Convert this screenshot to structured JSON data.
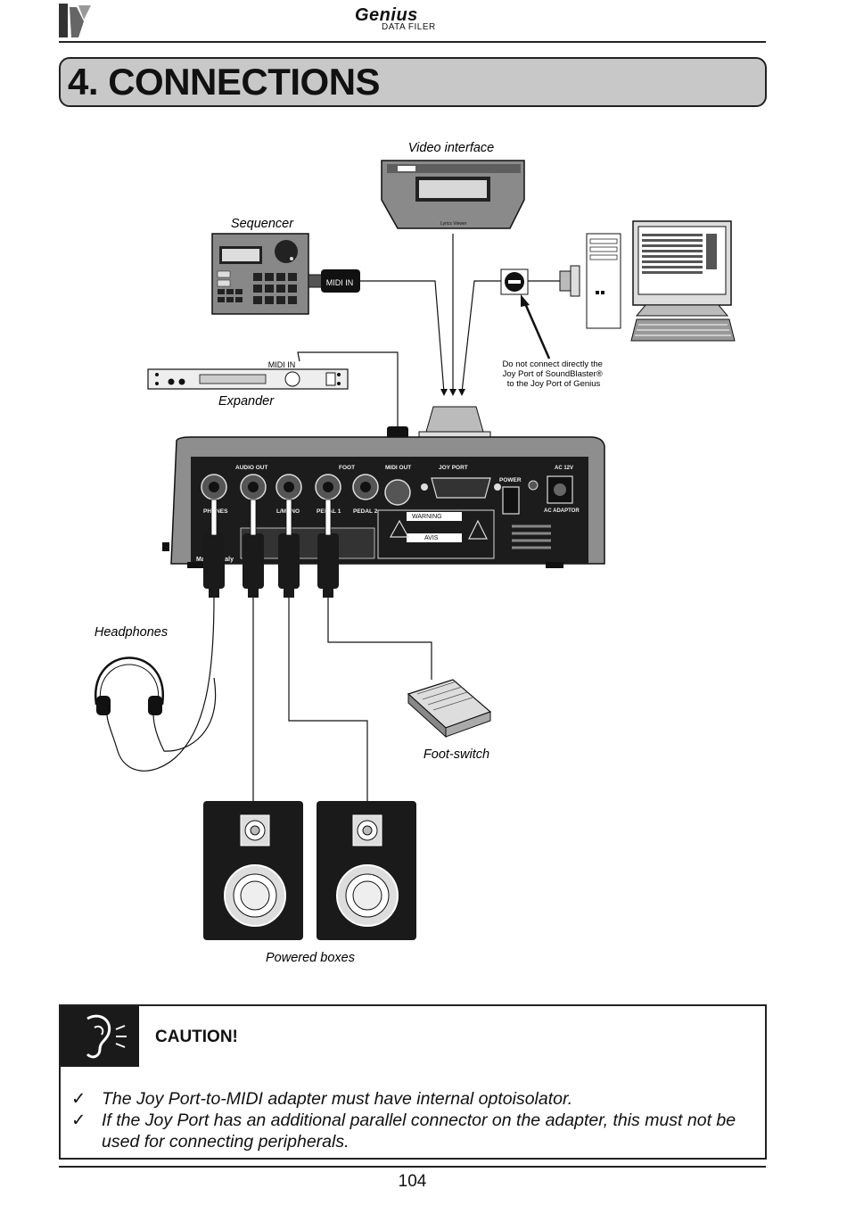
{
  "header": {
    "brand_word": "Genius",
    "brand_subtitle": "DATA FILER"
  },
  "section": {
    "title": "4. CONNECTIONS"
  },
  "diagram": {
    "labels": {
      "video_interface": "Video interface",
      "sequencer": "Sequencer",
      "expander": "Expander",
      "headphones": "Headphones",
      "foot_switch": "Foot-switch",
      "powered_boxes": "Powered boxes",
      "midi_in_plug": "MIDI IN",
      "midi_in_expander": "MIDI IN"
    },
    "warning_note": [
      "Do not connect directly the",
      "Joy Port of SoundBlaster®",
      "to the Joy Port of Genius"
    ],
    "panel": {
      "audio_out": "AUDIO OUT",
      "foot": "FOOT",
      "midi_out": "MIDI OUT",
      "joy_port": "JOY PORT",
      "power": "POWER",
      "ac_12v": "AC 12V",
      "ac_adaptor": "AC ADAPTOR",
      "phones": "PHONES",
      "l_mono": "L/MONO",
      "pedal_1": "PEDAL 1",
      "pedal_2": "PEDAL 2",
      "warning": "WARNING",
      "avis": "AVIS",
      "made_in": "Made in Italy",
      "lyrics_viewer": "Lyrics Viewer"
    }
  },
  "caution": {
    "title": "CAUTION!",
    "icon": "ear-icon",
    "check_symbol": "✓",
    "items": [
      "The Joy Port-to-MIDI adapter must have internal optoisolator.",
      "If the Joy Port has an additional parallel connector on the adapter, this must not be used for connecting peripherals."
    ]
  },
  "page_number": "104"
}
